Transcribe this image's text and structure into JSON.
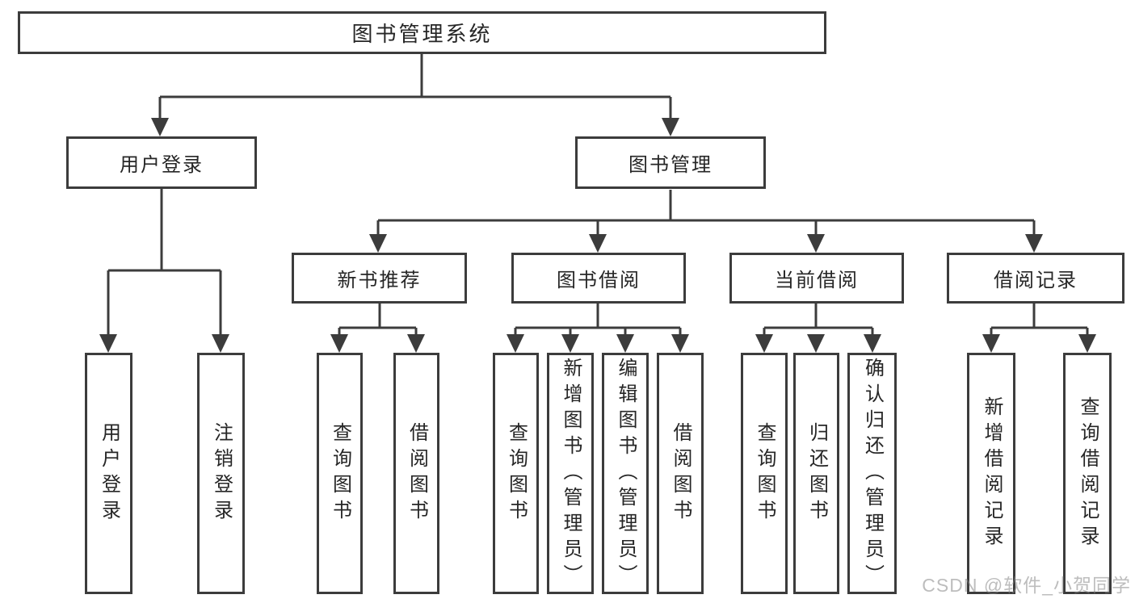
{
  "root": {
    "label": "图书管理系统"
  },
  "level2": {
    "user_login": {
      "label": "用户登录"
    },
    "book_mgmt": {
      "label": "图书管理"
    }
  },
  "level3": {
    "new_books": {
      "label": "新书推荐"
    },
    "borrow": {
      "label": "图书借阅"
    },
    "current": {
      "label": "当前借阅"
    },
    "records": {
      "label": "借阅记录"
    }
  },
  "leaves": {
    "login": {
      "label": "用户登录"
    },
    "logout": {
      "label": "注销登录"
    },
    "nb_query": {
      "label": "查询图书"
    },
    "nb_borrow": {
      "label": "借阅图书"
    },
    "bb_query": {
      "label": "查询图书"
    },
    "bb_add": {
      "label": "新增图书（管理员）"
    },
    "bb_edit": {
      "label": "编辑图书（管理员）"
    },
    "bb_borrow": {
      "label": "借阅图书"
    },
    "cb_query": {
      "label": "查询图书"
    },
    "cb_return": {
      "label": "归还图书"
    },
    "cb_confirm": {
      "label": "确认归还（管理员）"
    },
    "br_add": {
      "label": "新增借阅记录"
    },
    "br_query": {
      "label": "查询借阅记录"
    }
  },
  "watermark": {
    "text": "CSDN @软件_小贺同学"
  },
  "colors": {
    "line": "#3c3c3c",
    "text": "#262626",
    "background": "#ffffff",
    "watermark": "#bcbcbc"
  }
}
